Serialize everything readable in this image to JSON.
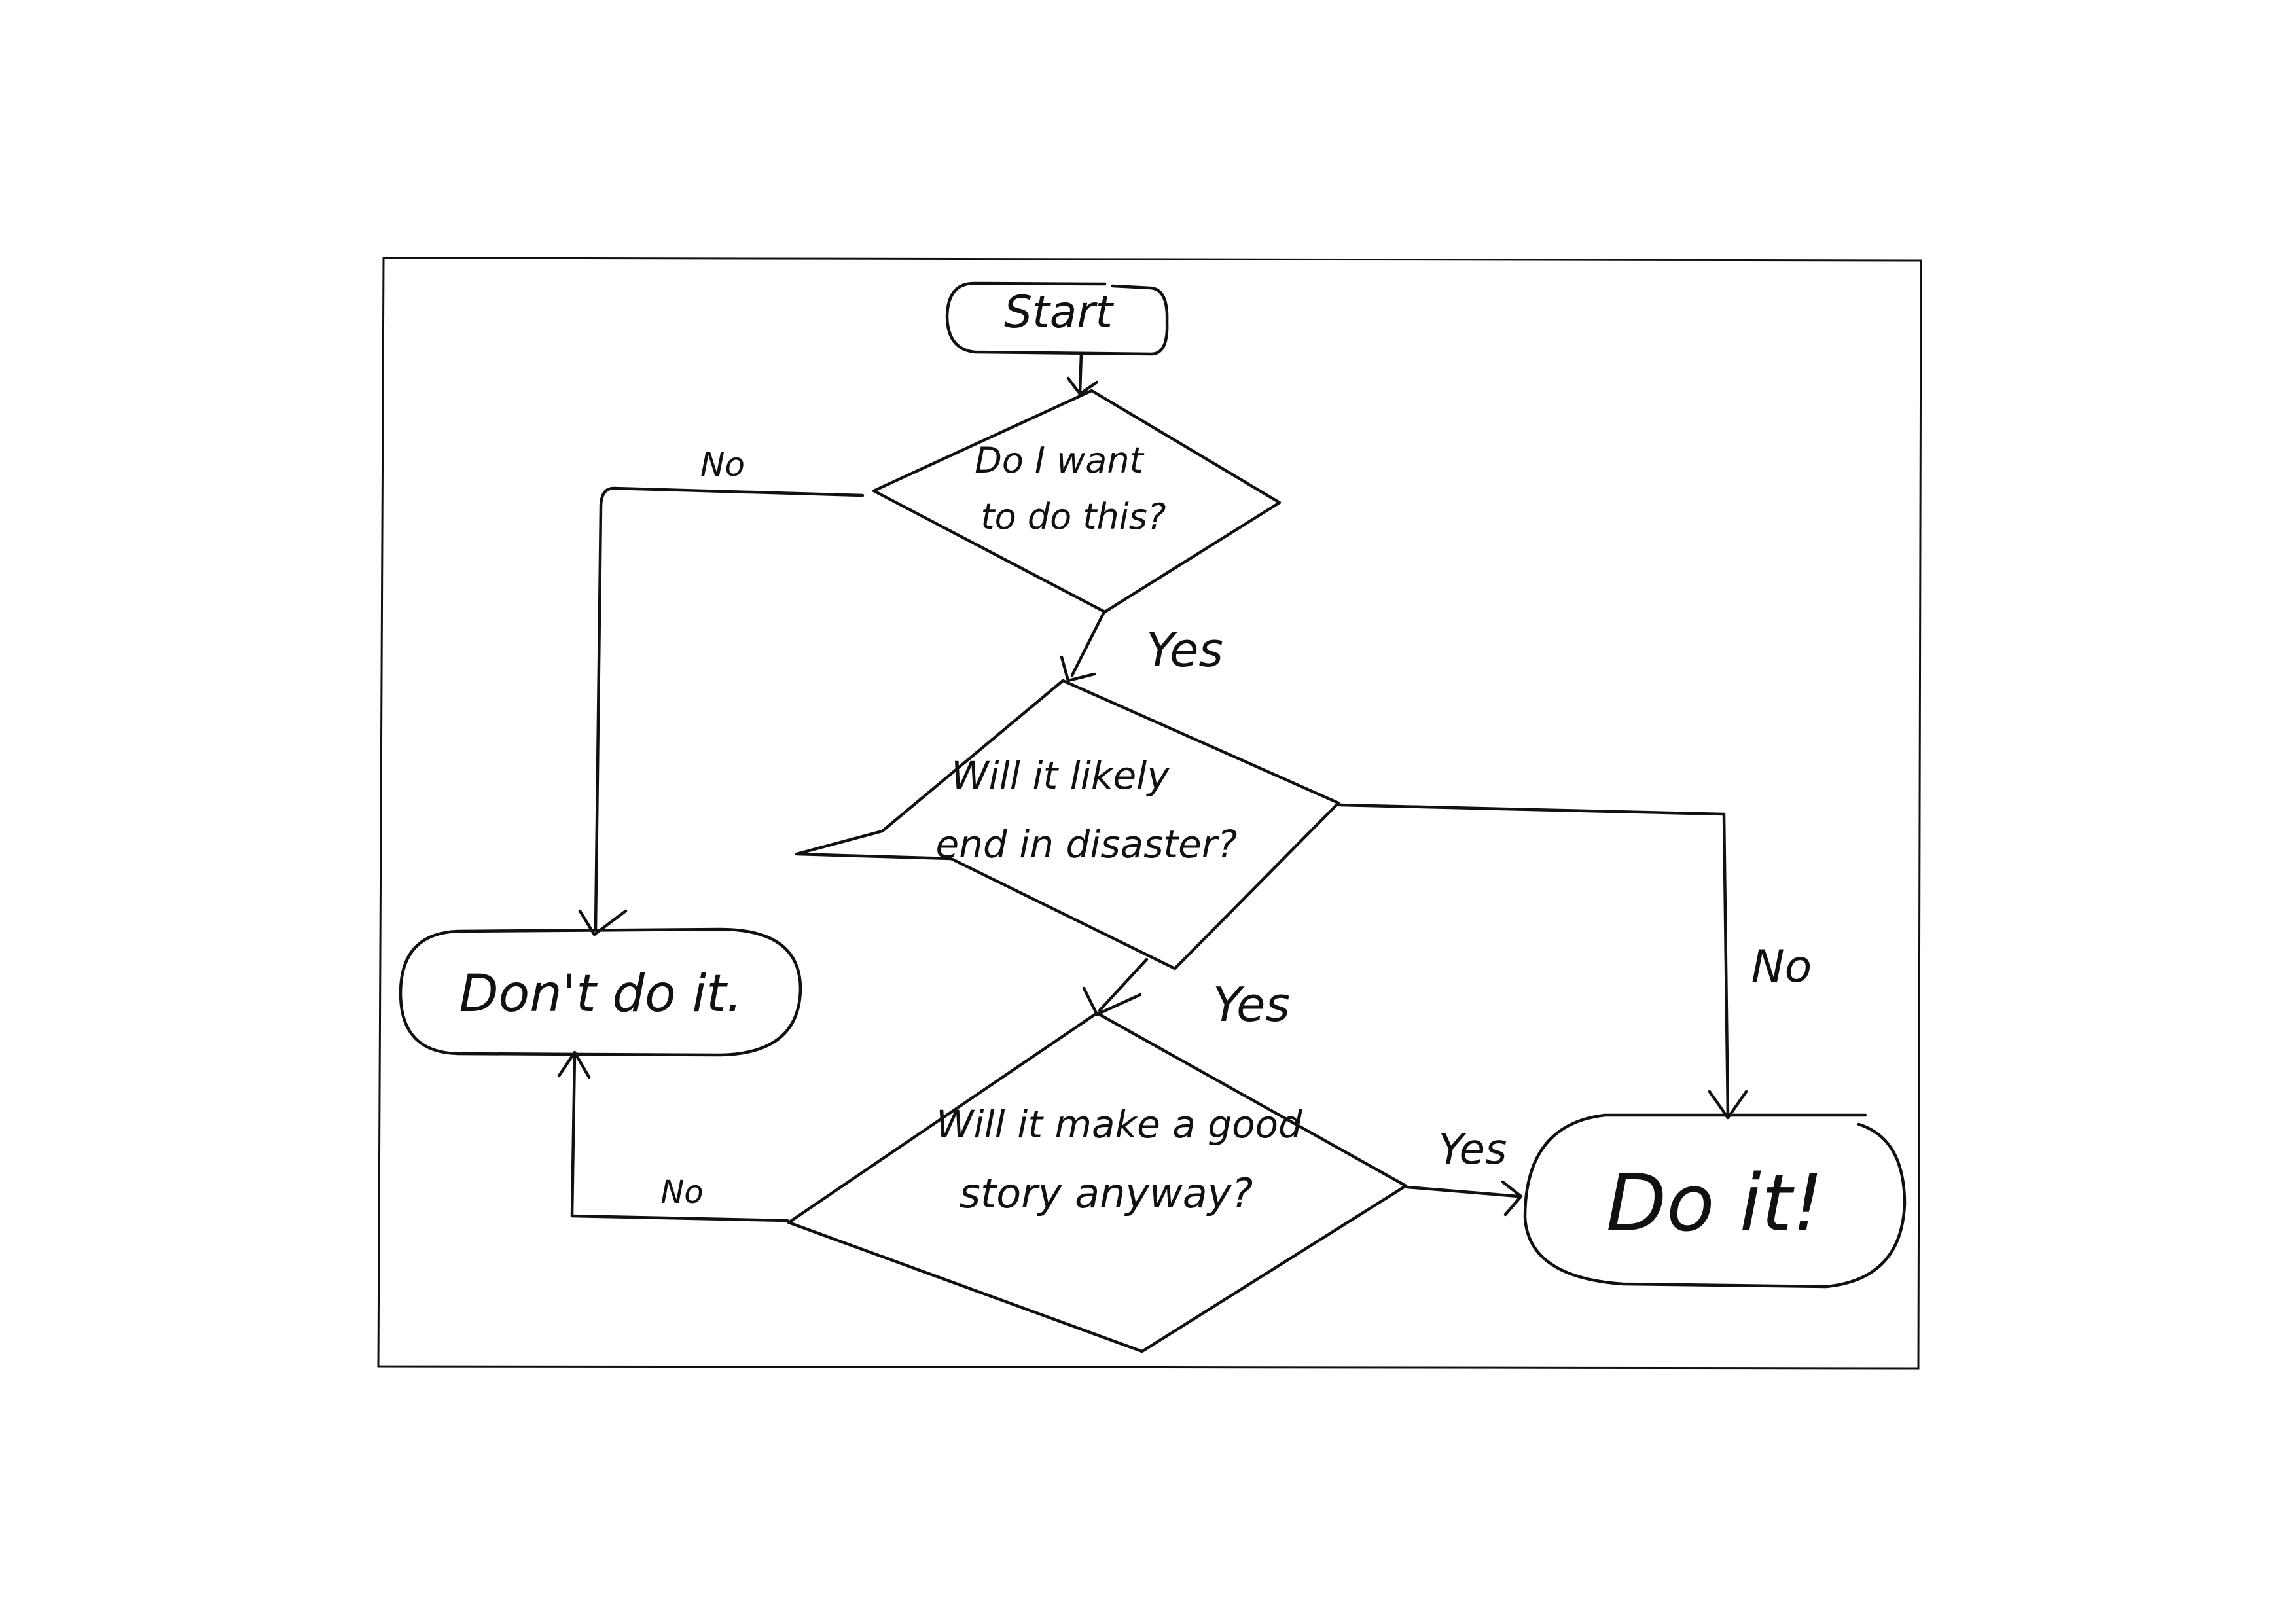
{
  "colors": {
    "ink": "#111111",
    "paper": "#ffffff"
  },
  "nodes": {
    "start": {
      "label": "Start"
    },
    "q1": {
      "line1": "Do I want",
      "line2": "to do this?"
    },
    "q2": {
      "line1": "Will it likely",
      "line2": "end in disaster?"
    },
    "q3": {
      "line1": "Will it make a good",
      "line2": "story anyway?"
    },
    "dont": {
      "label": "Don't do it."
    },
    "doit": {
      "label": "Do it!"
    }
  },
  "edges": {
    "q1_no": "No",
    "q1_yes": "Yes",
    "q2_yes": "Yes",
    "q2_no": "No",
    "q3_yes": "Yes",
    "q3_no": "No"
  }
}
